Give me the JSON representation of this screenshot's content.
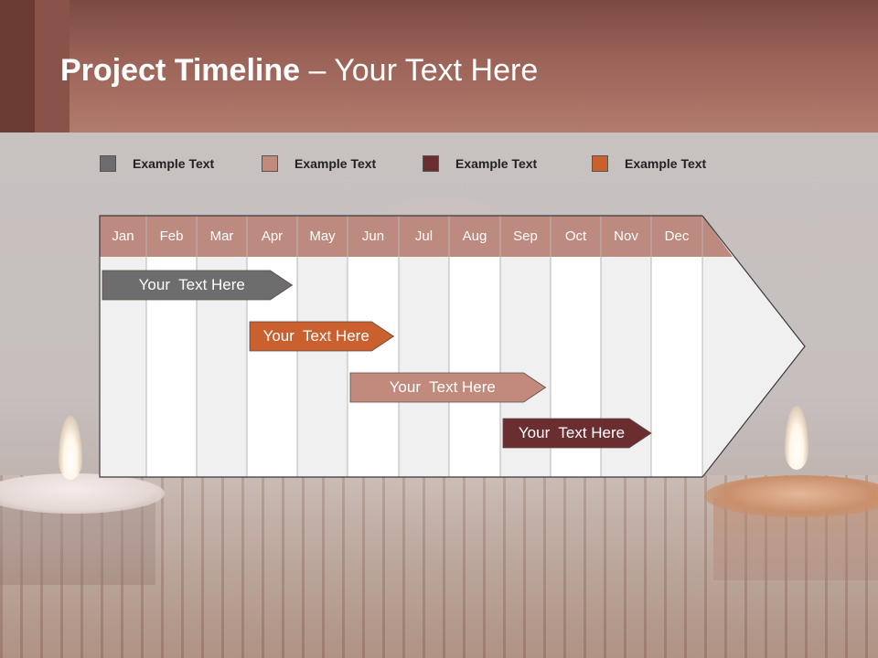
{
  "slide": {
    "title_bold": "Project Timeline",
    "title_rest": " – Your Text Here"
  },
  "legend": [
    {
      "label": "Example Text",
      "color": "#6d6d6d"
    },
    {
      "label": "Example Text",
      "color": "#c18a7d"
    },
    {
      "label": "Example Text",
      "color": "#6a2e31"
    },
    {
      "label": "Example Text",
      "color": "#c9602e"
    }
  ],
  "timeline": {
    "months": [
      "Jan",
      "Feb",
      "Mar",
      "Apr",
      "May",
      "Jun",
      "Jul",
      "Aug",
      "Sep",
      "Oct",
      "Nov",
      "Dec"
    ],
    "header_color": "#bd8a7f",
    "tasks": [
      {
        "label": "Your  Text Here",
        "color": "#6d6d6d",
        "start_month": 1.0,
        "end_month": 4.9
      },
      {
        "label": "Your  Text Here",
        "color": "#c9602e",
        "start_month": 4.0,
        "end_month": 6.9
      },
      {
        "label": "Your  Text Here",
        "color": "#c18a7d",
        "start_month": 6.0,
        "end_month": 9.9
      },
      {
        "label": "Your  Text Here",
        "color": "#6a2e31",
        "start_month": 9.0,
        "end_month": 12.0
      }
    ]
  }
}
